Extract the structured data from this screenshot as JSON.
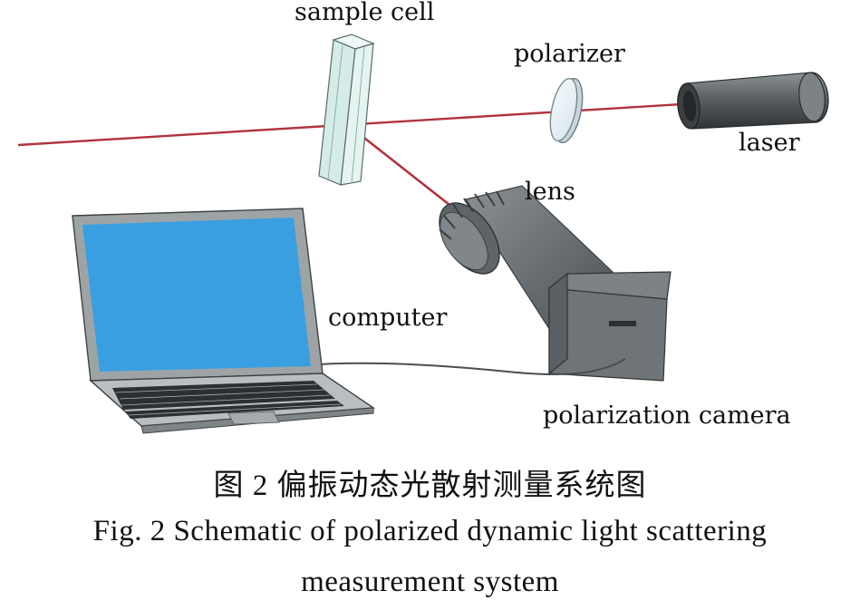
{
  "labels": {
    "sample_cell": "sample cell",
    "polarizer": "polarizer",
    "laser": "laser",
    "lens": "lens",
    "computer": "computer",
    "polarization_camera": "polarization camera"
  },
  "caption": {
    "chinese": "图 2  偏振动态光散射测量系统图",
    "english_line1": "Fig. 2  Schematic of polarized dynamic light scattering",
    "english_line2": "measurement system"
  },
  "colors": {
    "beam": "#b2323f",
    "laptop_screen": "#3a9fe0",
    "equipment_gray": "#6f7578",
    "cell_glass": "#d8ecec"
  }
}
